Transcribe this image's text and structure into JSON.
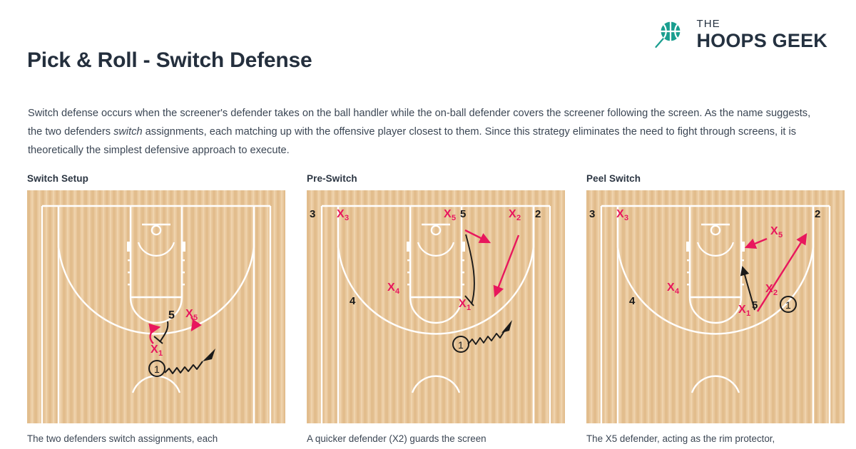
{
  "brand": {
    "logo_icon": "basketball-icon",
    "line1": "THE",
    "line2": "HOOPS GEEK",
    "color": "#1a9e8f",
    "text_color": "#243140"
  },
  "header": {
    "title": "Pick & Roll - Switch Defense"
  },
  "intro": {
    "part1": "Switch defense occurs when the screener's defender takes on the ball handler while the on-ball defender covers the screener following the screen. As the name suggests, the two defenders ",
    "emphasis": "switch",
    "part2": " assignments, each matching up with the offensive player closest to them. Since this strategy eliminates the need to fight through screens, it is theoretically the simplest defensive approach to execute."
  },
  "colors": {
    "defense_red": "#e8175d",
    "offense_black": "#1a1a1a",
    "court_line": "#ffffff",
    "court_wood": "#e8c79c",
    "heading": "#2b3542"
  },
  "panels": [
    {
      "heading": "Switch Setup",
      "caption": "The two defenders switch assignments, each",
      "markers": [
        {
          "label": "5",
          "sub": "",
          "type": "offense"
        },
        {
          "label": "X",
          "sub": "5",
          "type": "defense"
        },
        {
          "label": "X",
          "sub": "1",
          "type": "defense"
        },
        {
          "label": "1",
          "sub": "",
          "type": "ball-handler"
        }
      ]
    },
    {
      "heading": "Pre-Switch",
      "caption": "A quicker defender (X2) guards the screen",
      "markers": [
        {
          "label": "3",
          "sub": "",
          "type": "offense"
        },
        {
          "label": "X",
          "sub": "3",
          "type": "defense"
        },
        {
          "label": "X",
          "sub": "5",
          "type": "defense"
        },
        {
          "label": "5",
          "sub": "",
          "type": "offense"
        },
        {
          "label": "X",
          "sub": "2",
          "type": "defense"
        },
        {
          "label": "2",
          "sub": "",
          "type": "offense"
        },
        {
          "label": "X",
          "sub": "4",
          "type": "defense"
        },
        {
          "label": "4",
          "sub": "",
          "type": "offense"
        },
        {
          "label": "X",
          "sub": "1",
          "type": "defense"
        },
        {
          "label": "1",
          "sub": "",
          "type": "ball-handler"
        }
      ]
    },
    {
      "heading": "Peel Switch",
      "caption": "The X5 defender, acting as the rim protector,",
      "markers": [
        {
          "label": "3",
          "sub": "",
          "type": "offense"
        },
        {
          "label": "X",
          "sub": "3",
          "type": "defense"
        },
        {
          "label": "X",
          "sub": "5",
          "type": "defense"
        },
        {
          "label": "2",
          "sub": "",
          "type": "offense"
        },
        {
          "label": "X",
          "sub": "4",
          "type": "defense"
        },
        {
          "label": "4",
          "sub": "",
          "type": "offense"
        },
        {
          "label": "X",
          "sub": "2",
          "type": "defense"
        },
        {
          "label": "5",
          "sub": "",
          "type": "offense"
        },
        {
          "label": "X",
          "sub": "1",
          "type": "defense"
        },
        {
          "label": "1",
          "sub": "",
          "type": "ball-handler"
        }
      ]
    }
  ]
}
